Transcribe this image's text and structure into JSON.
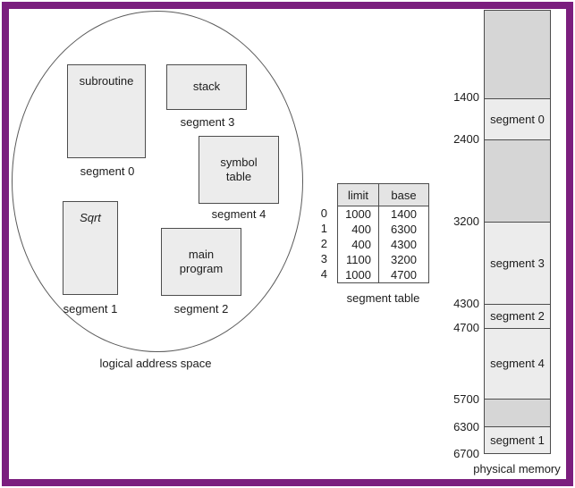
{
  "figure": {
    "logical": {
      "caption": "logical address space",
      "segments": [
        {
          "name": "subroutine",
          "caption": "segment 0"
        },
        {
          "name": "stack",
          "caption": "segment 3"
        },
        {
          "name": "symbol\ntable",
          "caption": "segment 4"
        },
        {
          "name": "Sqrt",
          "caption": "segment 1"
        },
        {
          "name": "main\nprogram",
          "caption": "segment 2"
        }
      ]
    },
    "segment_table": {
      "caption": "segment table",
      "columns": {
        "limit": "limit",
        "base": "base"
      },
      "rows": [
        {
          "index": "0",
          "limit": "1000",
          "base": "1400"
        },
        {
          "index": "1",
          "limit": "400",
          "base": "6300"
        },
        {
          "index": "2",
          "limit": "400",
          "base": "4300"
        },
        {
          "index": "3",
          "limit": "1100",
          "base": "3200"
        },
        {
          "index": "4",
          "limit": "1000",
          "base": "4700"
        }
      ]
    },
    "physical": {
      "caption": "physical memory",
      "addresses": [
        "1400",
        "2400",
        "3200",
        "4300",
        "4700",
        "5700",
        "6300",
        "6700"
      ],
      "segments": {
        "s0": "segment 0",
        "s3": "segment 3",
        "s2": "segment 2",
        "s4": "segment 4",
        "s1": "segment 1"
      }
    },
    "colors": {
      "frame_purple": "#7b1e7e",
      "segment_fill": "#ececec",
      "unused_fill": "#d6d6d6",
      "table_header_fill": "#e4e4e4",
      "line": "#4d4d4d"
    }
  }
}
